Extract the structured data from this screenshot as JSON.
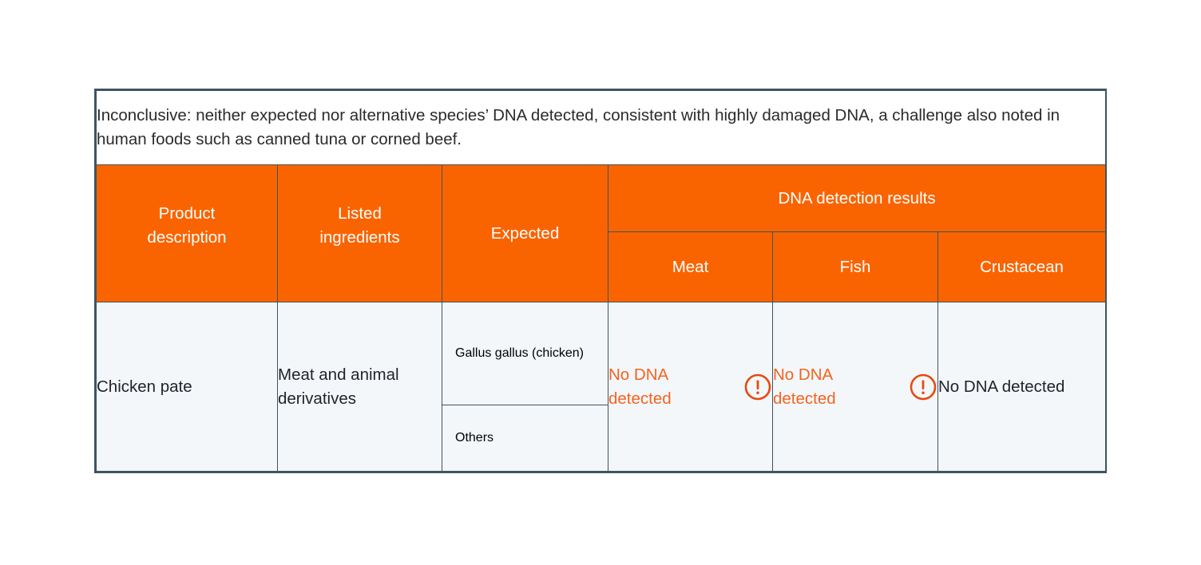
{
  "caption": {
    "text": "Inconclusive: neither expected nor alternative species’ DNA detected, consistent with highly damaged DNA, a challenge also noted in human foods such as canned tuna or corned beef."
  },
  "colors": {
    "header_background": "#FA6400",
    "header_text": "#FFFFFF",
    "body_background": "#F4F7FA",
    "body_text": "#20252B",
    "alert_text": "#F4631E",
    "alert_icon": "#E8490F",
    "border": "#3D5460",
    "caption_background": "#FFFFFF"
  },
  "table": {
    "headers": {
      "product_description": "Product\ndescription",
      "product_description_line1": "Product",
      "product_description_line2": "description",
      "listed_ingredients_line1": "Listed",
      "listed_ingredients_line2": "ingredients",
      "expected": "Expected",
      "group_title": "DNA detection results",
      "sub": {
        "meat": "Meat",
        "fish": "Fish",
        "crustacean": "Crustacean"
      }
    },
    "rows": [
      {
        "product_description": "Chicken pate",
        "listed_ingredients": "Meat and animal derivatives",
        "expected": [
          "Gallus gallus (chicken)",
          "Others"
        ],
        "results": {
          "meat": {
            "text": "No DNA detected",
            "alert": true,
            "icon": "alert-circle-icon"
          },
          "fish": {
            "text": "No DNA detected",
            "alert": true,
            "icon": "alert-circle-icon"
          },
          "crustacean": {
            "text": "No DNA detected",
            "alert": false,
            "icon": null
          }
        }
      }
    ]
  }
}
